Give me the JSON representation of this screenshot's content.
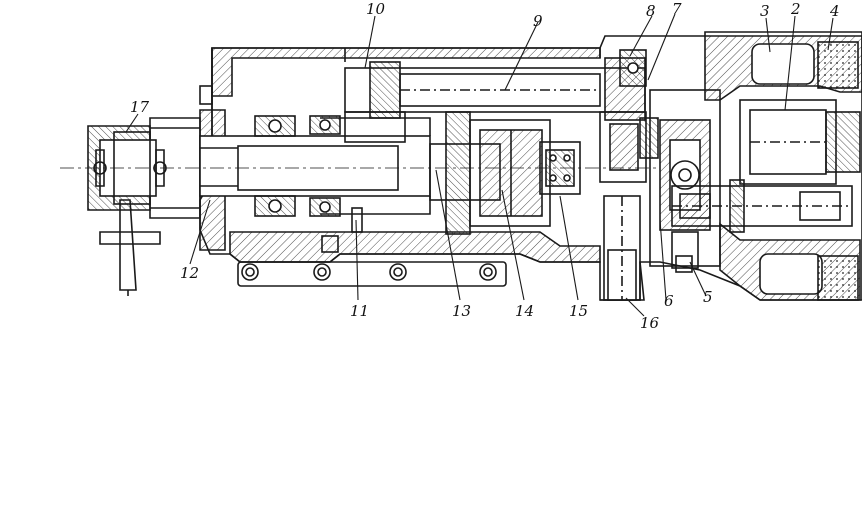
{
  "figure": {
    "labels": [
      {
        "id": "label-1",
        "text": "2"
      },
      {
        "id": "label-2",
        "text": "3"
      },
      {
        "id": "label-3",
        "text": "4"
      },
      {
        "id": "label-4",
        "text": "5"
      },
      {
        "id": "label-5",
        "text": "6"
      },
      {
        "id": "label-6",
        "text": "7"
      },
      {
        "id": "label-7",
        "text": "8"
      },
      {
        "id": "label-8",
        "text": "9"
      },
      {
        "id": "label-9",
        "text": "10"
      },
      {
        "id": "label-10",
        "text": "11"
      },
      {
        "id": "label-11",
        "text": "12"
      },
      {
        "id": "label-12",
        "text": "13"
      },
      {
        "id": "label-13",
        "text": "14"
      },
      {
        "id": "label-14",
        "text": "15"
      },
      {
        "id": "label-15",
        "text": "16"
      },
      {
        "id": "label-16",
        "text": "17"
      }
    ],
    "colors": {
      "ink": "#1a1a1a",
      "paper": "#ffffff"
    }
  }
}
